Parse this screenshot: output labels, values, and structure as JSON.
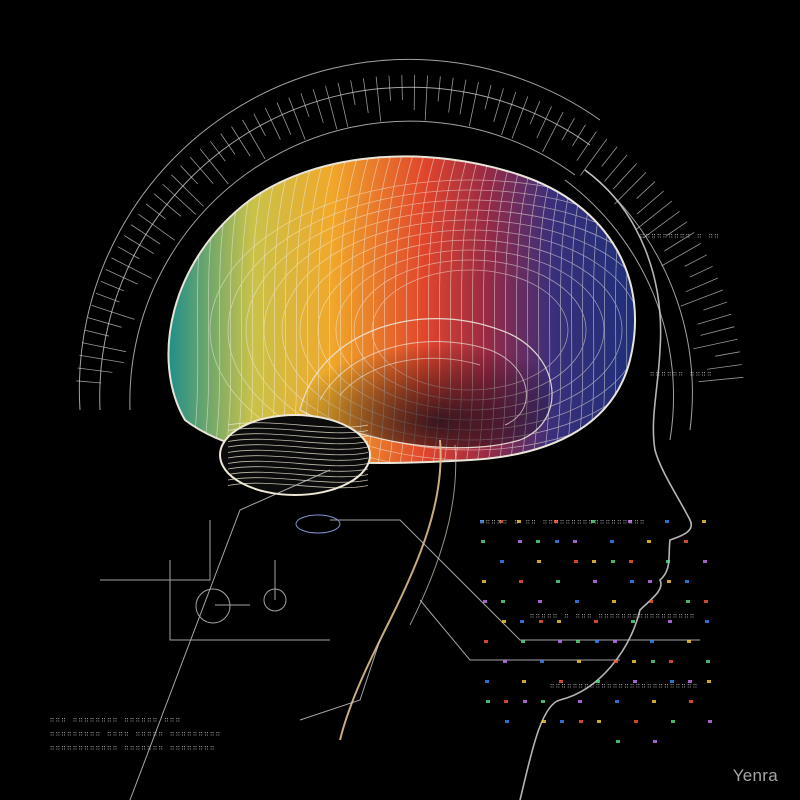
{
  "artwork": {
    "watermark": "Yenra",
    "colors": {
      "background": "#000000",
      "outline": "#e9e4d8",
      "cortex_gradient": [
        "#1f8f8a",
        "#c9c24a",
        "#f0a82a",
        "#e0452c",
        "#b2263a",
        "#3a2f7a",
        "#1e2f7a"
      ],
      "data_accents": [
        "#3a8bff",
        "#ffd23c",
        "#ff5a3c",
        "#5ce08a",
        "#c77dff"
      ]
    },
    "icons": [
      "brain-illustration",
      "head-silhouette",
      "circuit-lines",
      "radial-ruler-rings"
    ]
  }
}
